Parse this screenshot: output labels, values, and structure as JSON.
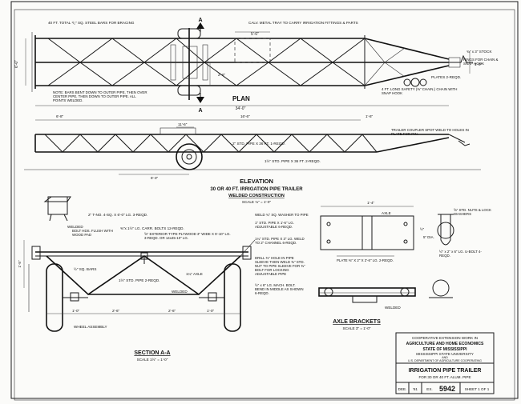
{
  "sheet": {
    "plan": {
      "label": "PLAN",
      "section_mark": "A",
      "note_bars": "40 FT. TOTAL ¹/₂\" SQ. STEEL BARS FOR BRACING",
      "note_tray": "CALV. METAL TRAY TO CARRY IRRIGATION FITTINGS & PARTS",
      "note_bent": "NOTE: BARS BENT DOWN TO OUTER PIPE, THEN OVER CENTER PIPE, THEN DOWN TO OUTER PIPE. ALL POINTS WELDED.",
      "dim_tray": "5'-0\"",
      "dim_overall": "34'-0\"",
      "dim_width": "6'-0\"",
      "dim_small": "2'-6\"",
      "dim_right": "1'-0\"",
      "note_stock": "¾\" x 3\" STOCK",
      "note_rings": "RINGS FOR CHAIN & SNAP HOOK",
      "note_plates": "PLATES 2-REQD.",
      "note_chain": "4 FT. LONG SAFETY (⅜\" CHAIN.) CHAIN WITH SNAP HOOK"
    },
    "elevation": {
      "dim_left": "6'-8\"",
      "dim_mid": "16'-6\"",
      "dim_center": "11'-6\"",
      "dim_r": "1'-6\"",
      "pipe_top": "2\" STD. PIPE X 36 FT. 1-REQD.",
      "pipe_bottom": "1½\" STD. PIPE X 36 FT. 2-REQD.",
      "coupler": "TRAILER COUPLER SPOT WELD TO HOLES IN PLATE FOR PIN.",
      "dim_floor": "6'-3\"",
      "title": "ELEVATION",
      "subtitle1": "30 OR 40 FT. IRRIGATION PIPE TRAILER",
      "subtitle2": "WELDED CONSTRUCTION",
      "scale": "SCALE ⅛\" = 1'-0\""
    },
    "section": {
      "welded1": "WELDED",
      "n_square_tube": "2\" T-NO. 4-SQ. X 6'-0\" LG. 3-REQD.",
      "n_bolt": "BOLT HDS. FLUSH WITH WOOD PAD",
      "n_carriage": "⅜\"x 1½\" LG. CARR. BOLTS 12-REQD.",
      "n_plywood": "⅝\" EXTERIOR TYPE PLYWOOD 3\" WIDE X 5'-10\" LG. 3-REQD. OR 14x45-10\" LG.",
      "n_sq_bars": "½\" SQ. BARS",
      "n_std_pipe": "1½\" STD. PIPE 2-REQD.",
      "n_axle": "1¼\" AXLE",
      "welded2": "WELDED",
      "n_wheel": "WHEEL ASSEMBLY",
      "dim_a": "1'-0\"",
      "dim_b": "2'-6\"",
      "dim_c": "2'-6\"",
      "dim_d": "1'-0\"",
      "dim_h": "1'-5\"",
      "title": "SECTION A-A",
      "scale": "SCALE 1½\" = 1'-0\"",
      "n_weld_washer": "WELD ¾\" SQ. WASHER TO PIPE",
      "n_pipe_adj": "1\" STD. PIPE X 1'-6\" LG. ADJUSTABLE 6-REQD.",
      "n_std_pipe2": "1¼\" STD. PIPE X 3\" LG. WELD TO 2\" CHANNEL 6-REQD.",
      "n_drill": "DRILL ⅜\" HOLE IN PIPE SLEEVE THEN WELD ⅜\" STD. NUT TO PIPE SLEEVE FOR ⅜\" BOLT FOR LOCKING ADJUSTABLE PIPE",
      "n_mach": "½\" x 6\" LG. MACH. BOLT. BEND IN MIDDLE AS SHOWN 6-REQD."
    },
    "brackets": {
      "title": "AXLE BRACKETS",
      "scale": "SCALE 3\" = 1'-0\"",
      "axle": "AXLE",
      "plate": "PLATE ⅜\" X 2\" X 2'-6\" LG. 2-REQD.",
      "welded": "WELDED",
      "dim_top": "1'-4\"",
      "dim_hole": "½\"",
      "nuts": "⅝\" STD. NUTS & LOCK WASHERS",
      "dia": "5\" DIA.",
      "ubolt": "½\" x 2\" x 6\" LG. U-BOLT 4-REQD."
    },
    "title_block": {
      "line1": "COOPERATIVE EXTENSION WORK IN",
      "line2": "AGRICULTURE AND HOME ECONOMICS",
      "line3": "STATE OF MISSISSIPPI",
      "line4": "MISSISSIPPI STATE UNIVERSITY",
      "line5": "AND",
      "line6": "U.S. DEPARTMENT OF AGRICULTURE COOPERATING",
      "drawing_title": "IRRIGATION PIPE TRAILER",
      "drawing_sub": "FOR 30 OR 40 FT. ALUM. PIPE",
      "dee": "DEE.",
      "year": "'61",
      "ex": "EX.",
      "number": "5942",
      "sheet": "SHEET 1 OF 1"
    }
  }
}
